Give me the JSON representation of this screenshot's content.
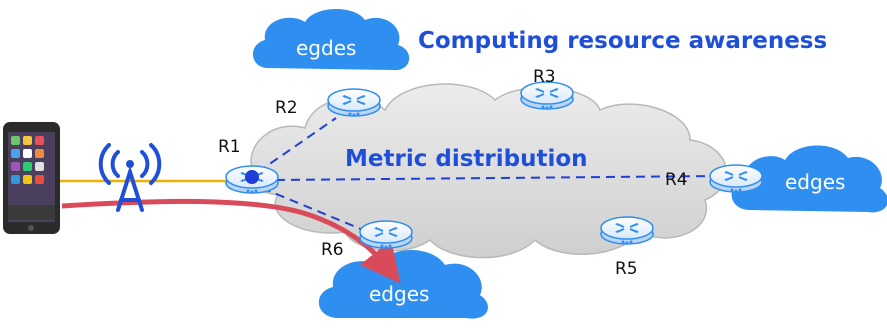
{
  "titles": {
    "awareness": "Computing resource awareness",
    "distribution": "Metric distribution"
  },
  "clouds": {
    "top": "egdes",
    "right": "edges",
    "bottom": "edges"
  },
  "routers": {
    "r1": "R1",
    "r2": "R2",
    "r3": "R3",
    "r4": "R4",
    "r5": "R5",
    "r6": "R6"
  },
  "colors": {
    "edge_cloud": "#2f8ff0",
    "core_cloud": "#dcdcdc",
    "metric_lines": "#1f3fd6",
    "data_path": "#d94b5a",
    "access_link": "#f0b000",
    "title_blue": "#1f4fd8"
  },
  "icons": {
    "phone": "smartphone-icon",
    "antenna": "antenna-icon",
    "router": "router-icon"
  }
}
